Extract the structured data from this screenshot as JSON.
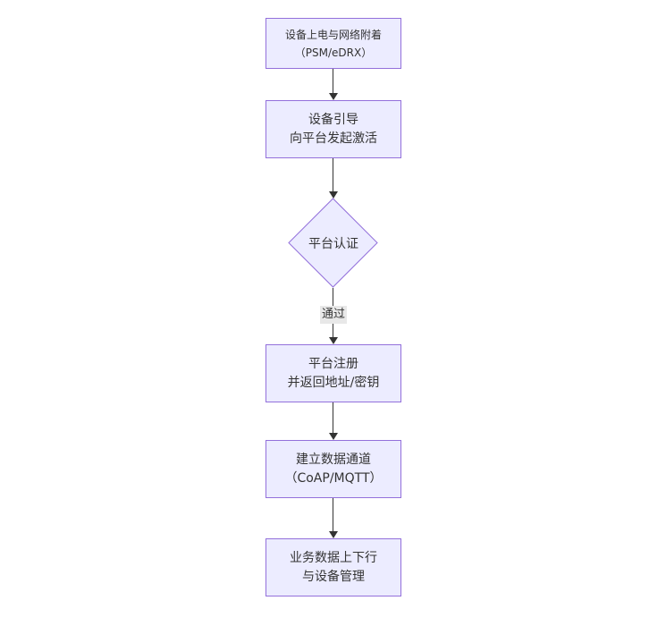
{
  "diagram": {
    "type": "flowchart",
    "direction": "top-down",
    "nodes": [
      {
        "id": "power-attach",
        "shape": "rect",
        "lines": [
          "设备上电与网络附着",
          "（PSM/eDRX）"
        ]
      },
      {
        "id": "bootstrap",
        "shape": "rect",
        "lines": [
          "设备引导",
          "向平台发起激活"
        ]
      },
      {
        "id": "platform-auth",
        "shape": "diamond",
        "lines": [
          "平台认证"
        ]
      },
      {
        "id": "platform-register",
        "shape": "rect",
        "lines": [
          "平台注册",
          "并返回地址/密钥"
        ]
      },
      {
        "id": "data-channel",
        "shape": "rect",
        "lines": [
          "建立数据通道",
          "（CoAP/MQTT）"
        ]
      },
      {
        "id": "business-data",
        "shape": "rect",
        "lines": [
          "业务数据上下行",
          "与设备管理"
        ]
      }
    ],
    "edges": [
      {
        "from": "power-attach",
        "to": "bootstrap",
        "label": ""
      },
      {
        "from": "bootstrap",
        "to": "platform-auth",
        "label": ""
      },
      {
        "from": "platform-auth",
        "to": "platform-register",
        "label": "通过"
      },
      {
        "from": "platform-register",
        "to": "data-channel",
        "label": ""
      },
      {
        "from": "data-channel",
        "to": "business-data",
        "label": ""
      }
    ],
    "colors": {
      "canvas_bg": "#ffffff",
      "node_fill": "#ECECFF",
      "node_border": "#9370DB",
      "edge_color": "#333333",
      "edge_label_bg": "#e8e8e8",
      "text_color": "#333333"
    }
  }
}
